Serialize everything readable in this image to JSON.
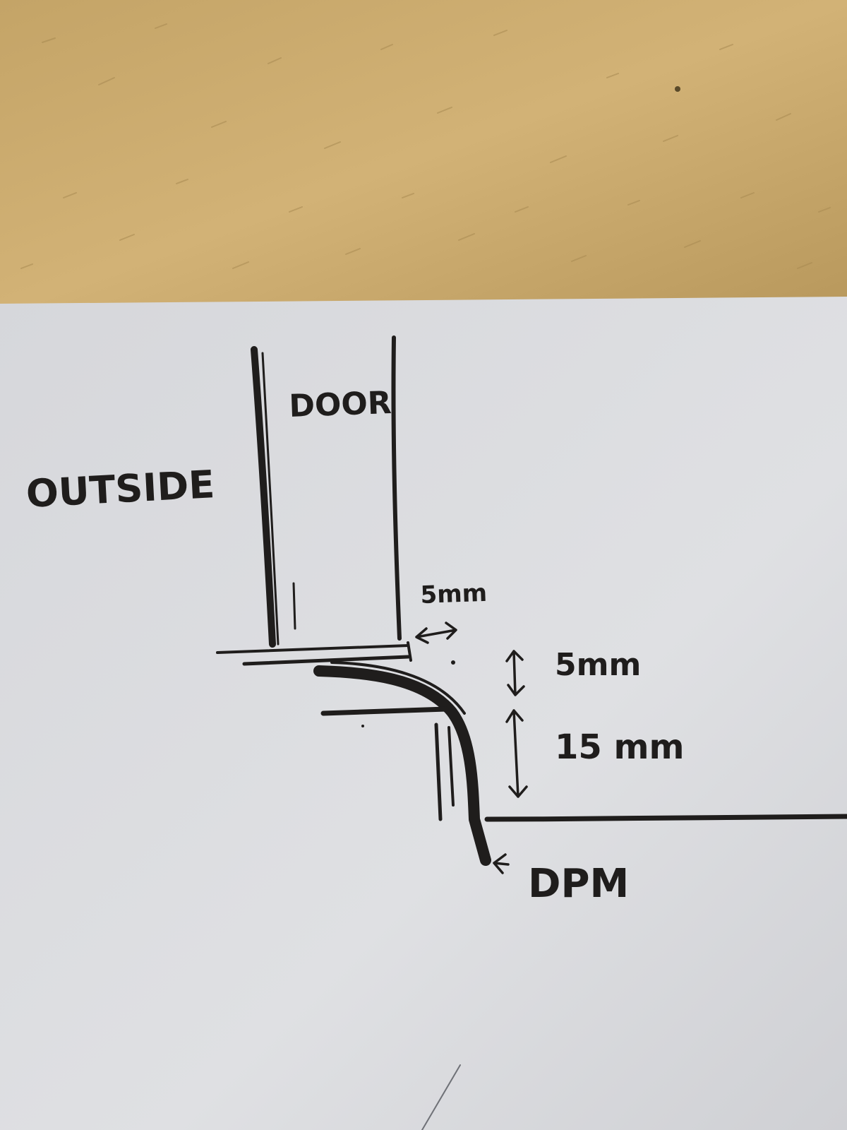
{
  "diagram": {
    "labels": {
      "door": "DOOR",
      "outside": "OUTSIDE",
      "gap_horizontal": "5mm",
      "gap_vertical": "5mm",
      "step_height": "15 mm",
      "dpm": "DPM"
    }
  },
  "colors": {
    "desk": "#c9a76a",
    "paper": "#dcdde0",
    "ink": "#1f1d1c"
  }
}
